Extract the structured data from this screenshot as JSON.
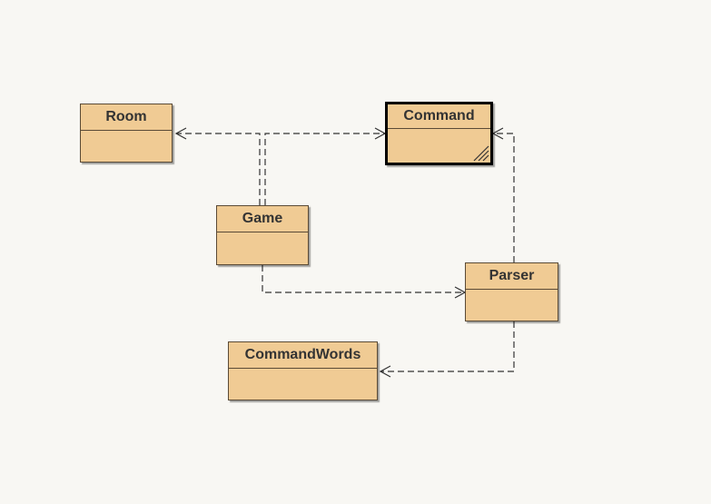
{
  "diagram": {
    "classes": {
      "room": {
        "name": "Room"
      },
      "command": {
        "name": "Command",
        "selected": true
      },
      "game": {
        "name": "Game"
      },
      "parser": {
        "name": "Parser"
      },
      "command_words": {
        "name": "CommandWords"
      }
    },
    "dependencies": [
      {
        "from": "Game",
        "to": "Room"
      },
      {
        "from": "Game",
        "to": "Command"
      },
      {
        "from": "Game",
        "to": "Parser"
      },
      {
        "from": "Parser",
        "to": "Command"
      },
      {
        "from": "Parser",
        "to": "CommandWords"
      }
    ]
  },
  "colors": {
    "canvas_background": "#f8f7f3",
    "class_fill": "#f0cb94",
    "class_border": "#5a4a36",
    "selected_border": "#000000",
    "dependency_line": "#333333"
  }
}
